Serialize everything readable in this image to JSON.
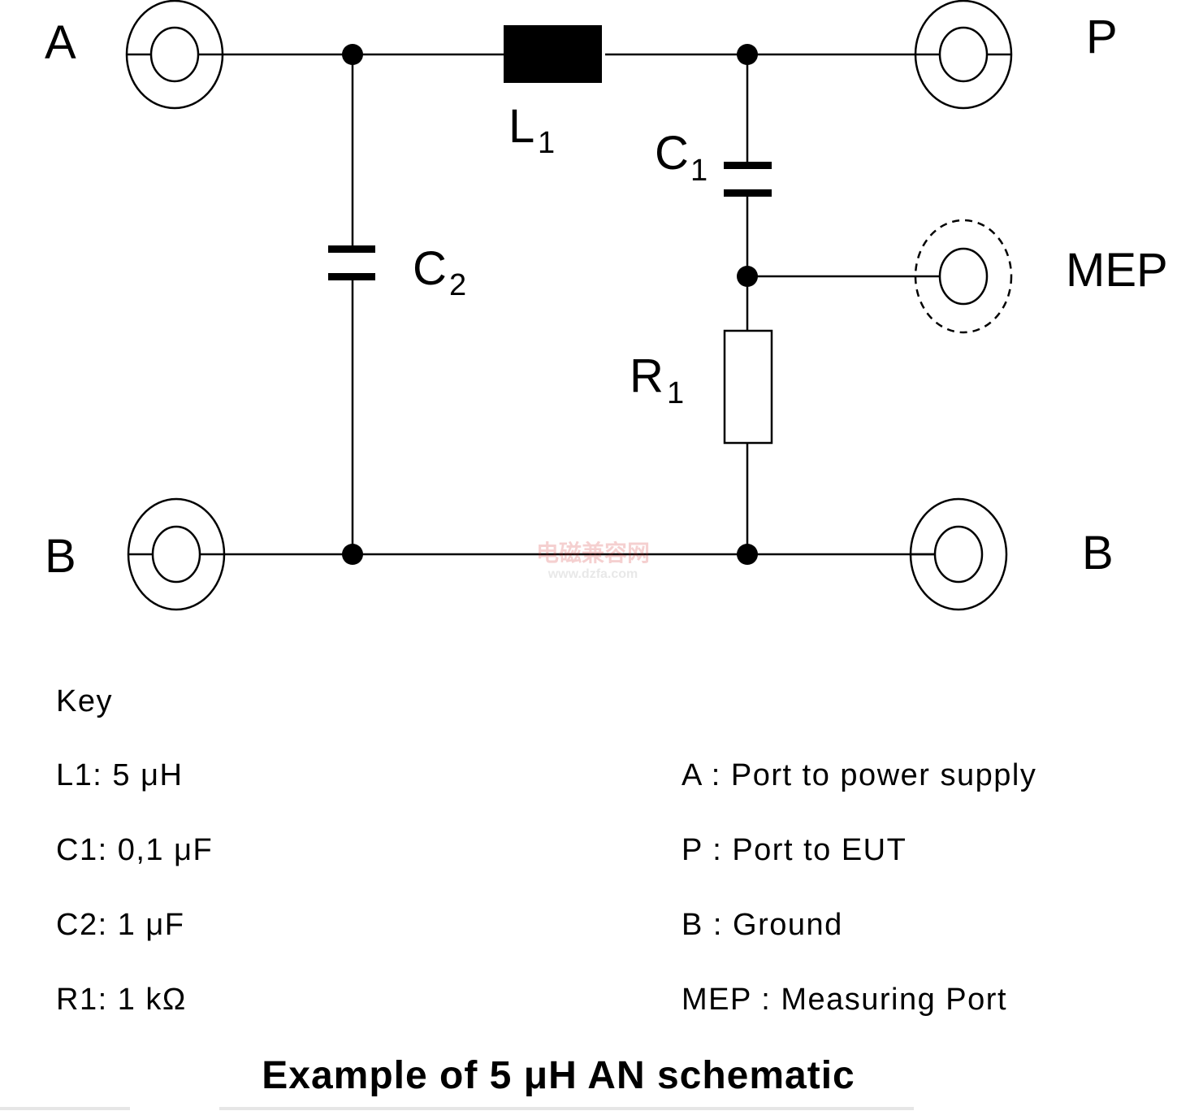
{
  "diagram": {
    "port_labels": {
      "a": "A",
      "p": "P",
      "b_left": "B",
      "b_right": "B",
      "mep": "MEP"
    },
    "components": {
      "l1": {
        "letter": "L",
        "sub": "1"
      },
      "c1": {
        "letter": "C",
        "sub": "1"
      },
      "c2": {
        "letter": "C",
        "sub": "2"
      },
      "r1": {
        "letter": "R",
        "sub": "1"
      }
    },
    "watermark": {
      "line1": "电磁兼容网",
      "line2": "www.dzfa.com"
    }
  },
  "key": {
    "heading": "Key",
    "values": [
      "L1: 5 μH",
      "C1: 0,1 μF",
      "C2: 1 μF",
      "R1: 1 kΩ"
    ],
    "ports": [
      "A : Port to power supply",
      "P : Port to EUT",
      "B : Ground",
      "MEP : Measuring Port"
    ]
  },
  "caption": "Example of 5 μH AN schematic"
}
